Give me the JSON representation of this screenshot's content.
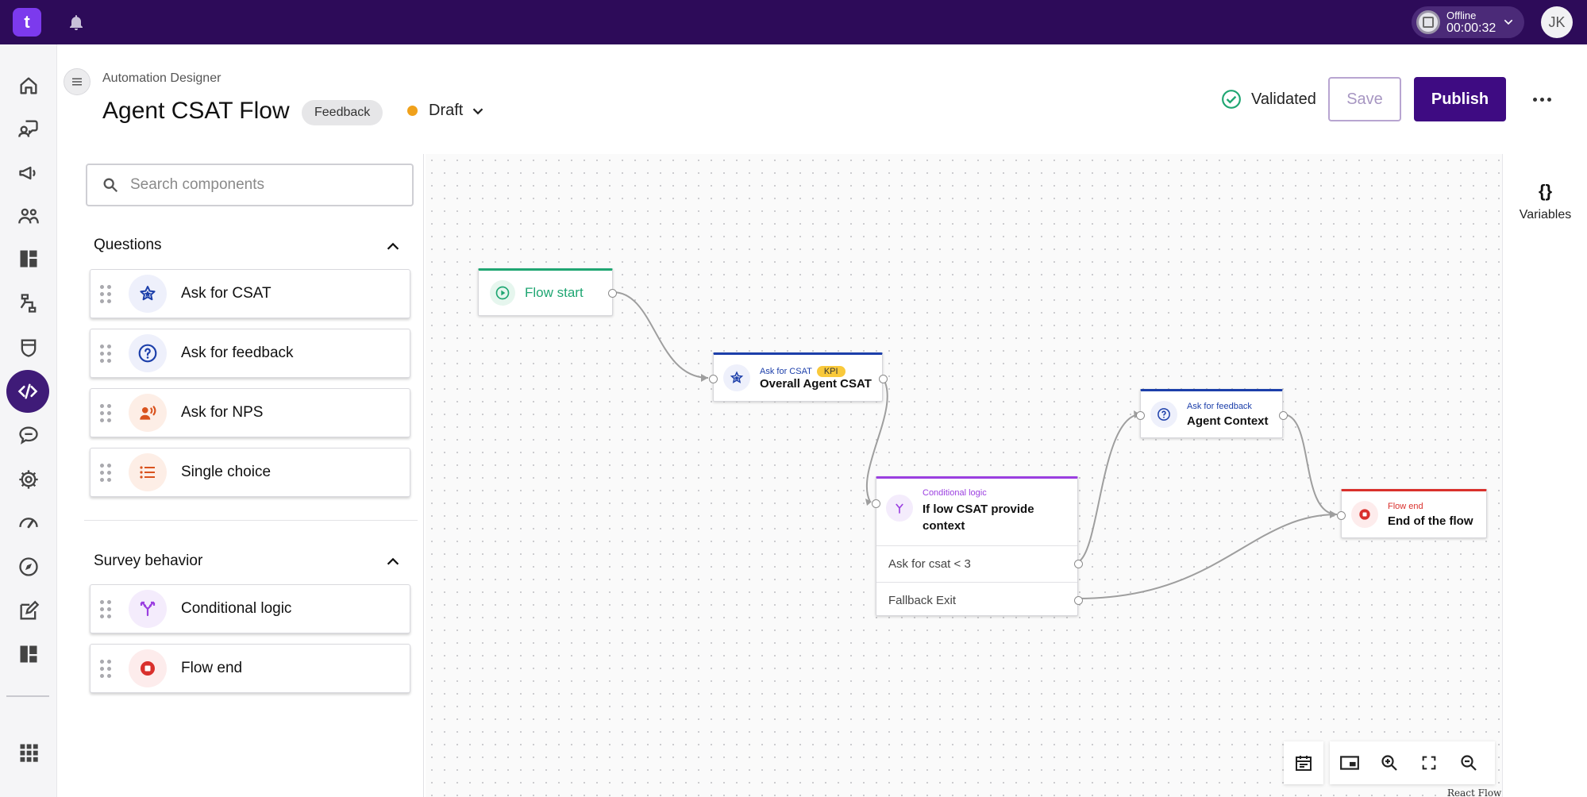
{
  "topbar": {
    "logo_text": "t",
    "status_label": "Offline",
    "status_timer": "00:00:32",
    "avatar_initials": "JK"
  },
  "nav": {
    "items": [
      "home-icon",
      "chat-agent-icon",
      "megaphone-icon",
      "people-icon",
      "dashboard-icon",
      "flow-icon",
      "shield-icon",
      "code-icon",
      "message-icon",
      "gear-icon",
      "gauge-icon",
      "compass-icon",
      "edit-icon",
      "layout-icon",
      "apps-grid-icon"
    ],
    "active": "code-icon"
  },
  "header": {
    "breadcrumb": "Automation Designer",
    "title": "Agent CSAT Flow",
    "tag": "Feedback",
    "status": "Draft",
    "validated_label": "Validated",
    "save_label": "Save",
    "publish_label": "Publish"
  },
  "panel": {
    "search_placeholder": "Search components",
    "sections": [
      {
        "title": "Questions",
        "items": [
          {
            "label": "Ask for CSAT",
            "icon": "star-icon"
          },
          {
            "label": "Ask for feedback",
            "icon": "question-icon"
          },
          {
            "label": "Ask for NPS",
            "icon": "nps-speaker-icon"
          },
          {
            "label": "Single choice",
            "icon": "list-icon"
          }
        ]
      },
      {
        "title": "Survey behavior",
        "items": [
          {
            "label": "Conditional logic",
            "icon": "branch-icon"
          },
          {
            "label": "Flow end",
            "icon": "stop-icon"
          }
        ]
      }
    ]
  },
  "canvas": {
    "nodes": {
      "start": {
        "title": "Flow start"
      },
      "csat": {
        "type": "Ask for CSAT",
        "badge": "KPI",
        "title": "Overall Agent CSAT"
      },
      "conditional": {
        "type": "Conditional logic",
        "title": "If low CSAT provide context",
        "exits": [
          "Ask for csat < 3",
          "Fallback Exit"
        ]
      },
      "feedback": {
        "type": "Ask for feedback",
        "title": "Agent Context"
      },
      "end": {
        "type": "Flow end",
        "title": "End of the flow"
      }
    },
    "attribution": "React Flow",
    "controls": [
      "calendar-icon",
      "minimap-icon",
      "zoom-in-icon",
      "fit-view-icon",
      "zoom-out-icon"
    ]
  },
  "right_rail": {
    "variables_icon": "{}",
    "variables_label": "Variables"
  },
  "colors": {
    "topbar": "#2d0b59",
    "accent": "#3e0b82",
    "start": "#1fa672",
    "question": "#1c3faa",
    "logic": "#9b3fe0",
    "end": "#d9302c",
    "draft": "#f0a11b"
  }
}
